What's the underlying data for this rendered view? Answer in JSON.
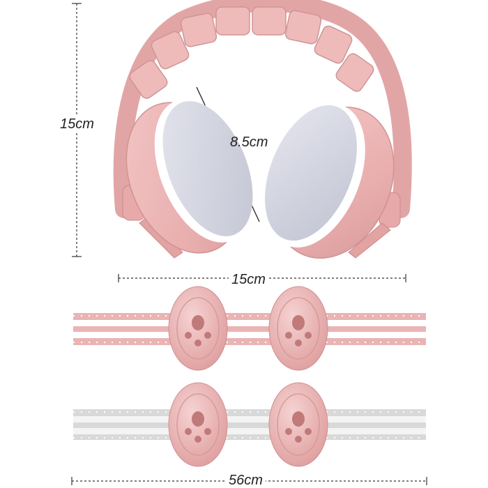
{
  "dimensions": {
    "height_label": "15cm",
    "cup_label": "8.5cm",
    "width_label": "15cm",
    "band_length_label": "56cm"
  },
  "colors": {
    "pink_main": "#e9aeae",
    "pink_light": "#f4cccc",
    "pink_dark": "#c98989",
    "cushion_grey": "#cfd1dc",
    "band_grey": "#dcdcdc",
    "band_white": "#ffffff"
  },
  "objects": [
    "headphones-pink",
    "pink-headband-strap",
    "grey-headband-strap"
  ]
}
